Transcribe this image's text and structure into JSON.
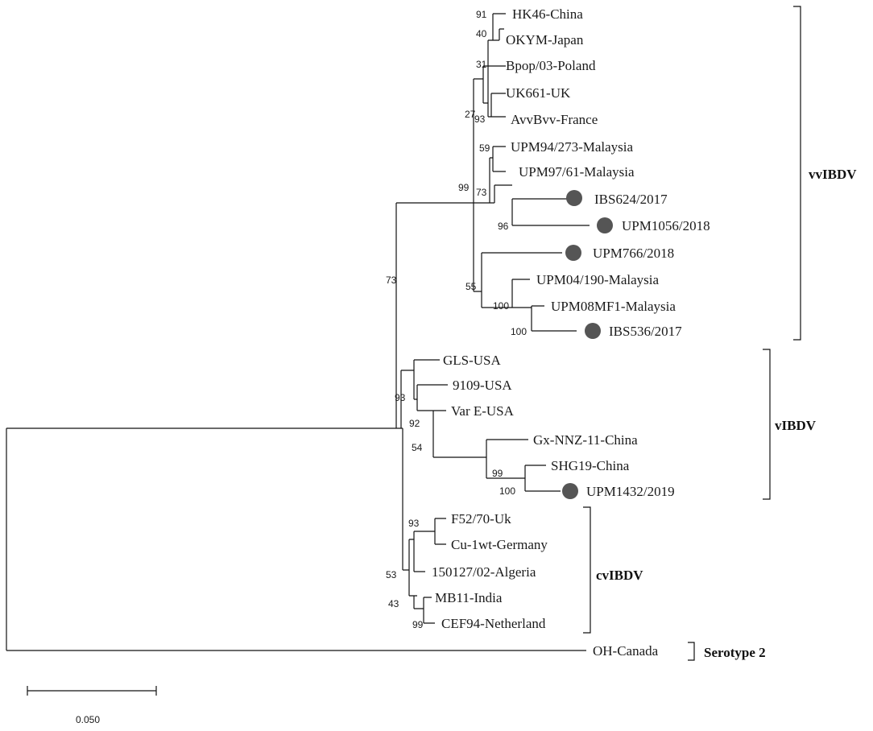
{
  "taxa": [
    {
      "label": "HK46-China",
      "marker": false
    },
    {
      "label": "OKYM-Japan",
      "marker": false
    },
    {
      "label": "Bpop/03-Poland",
      "marker": false
    },
    {
      "label": "UK661-UK",
      "marker": false
    },
    {
      "label": "AvvBvv-France",
      "marker": false
    },
    {
      "label": "UPM94/273-Malaysia",
      "marker": false
    },
    {
      "label": "UPM97/61-Malaysia",
      "marker": false
    },
    {
      "label": "IBS624/2017",
      "marker": true
    },
    {
      "label": "UPM1056/2018",
      "marker": true
    },
    {
      "label": "UPM766/2018",
      "marker": true
    },
    {
      "label": "UPM04/190-Malaysia",
      "marker": false
    },
    {
      "label": "UPM08MF1-Malaysia",
      "marker": false
    },
    {
      "label": "IBS536/2017",
      "marker": true
    },
    {
      "label": "GLS-USA",
      "marker": false
    },
    {
      "label": "9109-USA",
      "marker": false
    },
    {
      "label": "Var E-USA",
      "marker": false
    },
    {
      "label": "Gx-NNZ-11-China",
      "marker": false
    },
    {
      "label": "SHG19-China",
      "marker": false
    },
    {
      "label": "UPM1432/2019",
      "marker": true
    },
    {
      "label": "F52/70-Uk",
      "marker": false
    },
    {
      "label": "Cu-1wt-Germany",
      "marker": false
    },
    {
      "label": "150127/02-Algeria",
      "marker": false
    },
    {
      "label": "MB11-India",
      "marker": false
    },
    {
      "label": "CEF94-Netherland",
      "marker": false
    },
    {
      "label": "OH-Canada",
      "marker": false
    }
  ],
  "bootstrap": [
    "91",
    "40",
    "31",
    "27",
    "93",
    "59",
    "73",
    "99",
    "96",
    "55",
    "100",
    "100",
    "73",
    "93",
    "92",
    "54",
    "99",
    "100",
    "93",
    "53",
    "43",
    "99"
  ],
  "clades": [
    {
      "label": "vvIBDV"
    },
    {
      "label": "vIBDV"
    },
    {
      "label": "cvIBDV"
    },
    {
      "label": "Serotype 2"
    }
  ],
  "scale_bar": {
    "label": "0.050"
  }
}
